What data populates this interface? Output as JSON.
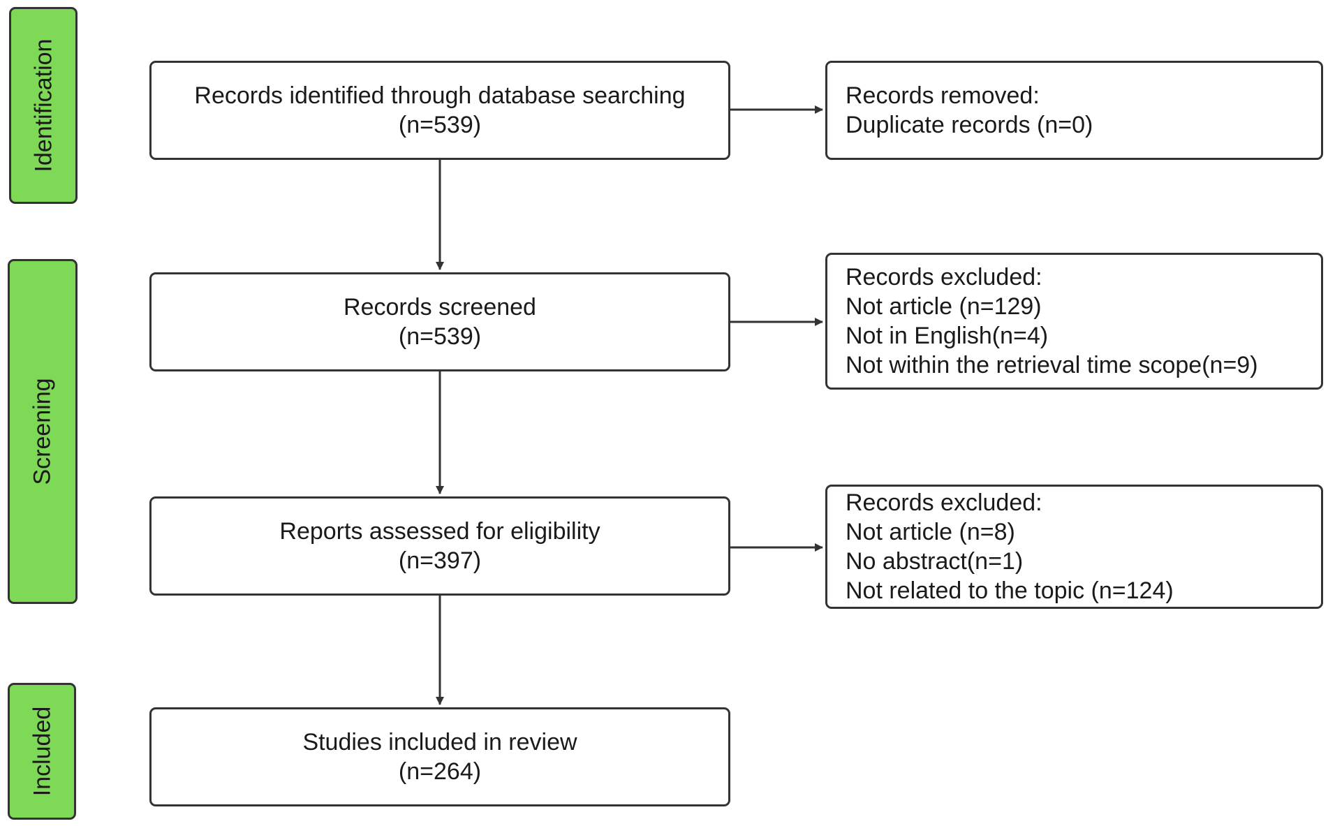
{
  "colors": {
    "background": "#ffffff",
    "phase_fill": "#7ed957",
    "stroke": "#333333"
  },
  "phases": [
    {
      "id": "identification",
      "label": "Identification"
    },
    {
      "id": "screening",
      "label": "Screening"
    },
    {
      "id": "included",
      "label": "Included"
    }
  ],
  "main_boxes": [
    {
      "id": "identified",
      "lines": [
        "Records identified through database searching",
        "(n=539)"
      ]
    },
    {
      "id": "screened",
      "lines": [
        "Records screened",
        "(n=539)"
      ]
    },
    {
      "id": "assessed",
      "lines": [
        "Reports assessed for eligibility",
        "(n=397)"
      ]
    },
    {
      "id": "included",
      "lines": [
        "Studies included in review",
        "(n=264)"
      ]
    }
  ],
  "side_boxes": [
    {
      "id": "removed",
      "lines": [
        "Records removed:",
        "Duplicate records (n=0)"
      ]
    },
    {
      "id": "excluded-screening",
      "lines": [
        "Records excluded:",
        "Not article (n=129)",
        "Not in English(n=4)",
        "Not within the retrieval time scope(n=9)"
      ]
    },
    {
      "id": "excluded-eligibility",
      "lines": [
        "Records excluded:",
        "Not article (n=8)",
        "No abstract(n=1)",
        "Not related to the topic  (n=124)"
      ]
    }
  ]
}
